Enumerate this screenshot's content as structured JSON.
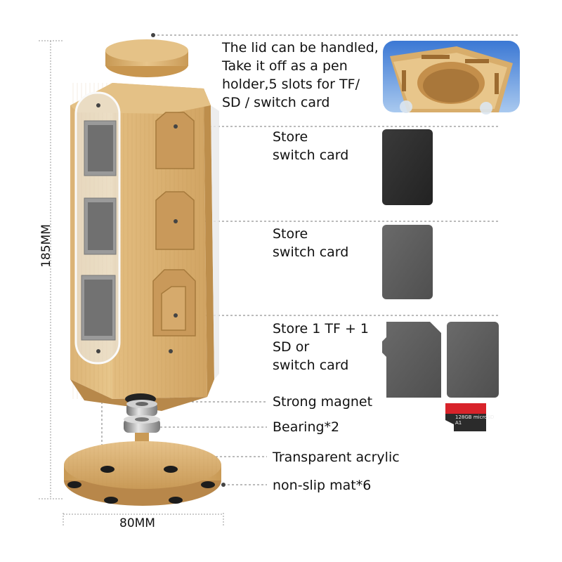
{
  "dimensions": {
    "height_label": "185MM",
    "width_label": "80MM"
  },
  "callouts": {
    "lid": [
      "The lid can be handled,",
      "Take it off as a pen",
      "holder,5 slots for TF/",
      "SD / switch card"
    ],
    "store_switch_1": [
      "Store",
      "switch card"
    ],
    "store_switch_2": [
      "Store",
      "switch card"
    ],
    "store_tf_sd": [
      "Store 1 TF + 1",
      "SD or",
      "switch card"
    ],
    "magnet": "Strong magnet",
    "bearing": "Bearing*2",
    "acrylic": "Transparent acrylic",
    "mat": "non-slip mat*6"
  },
  "microsd": {
    "capacity": "128",
    "unit": "GB",
    "brand": "microSD",
    "class": "A1"
  },
  "colors": {
    "bamboo_light": "#e6c48a",
    "bamboo_mid": "#d7ae6c",
    "bamboo_dark": "#b98a48",
    "card_dark": "#2e2e2e",
    "card_gray": "#5f5f5f",
    "accent_sky": "#3d7fd6",
    "microsd_red": "#d8232a"
  }
}
